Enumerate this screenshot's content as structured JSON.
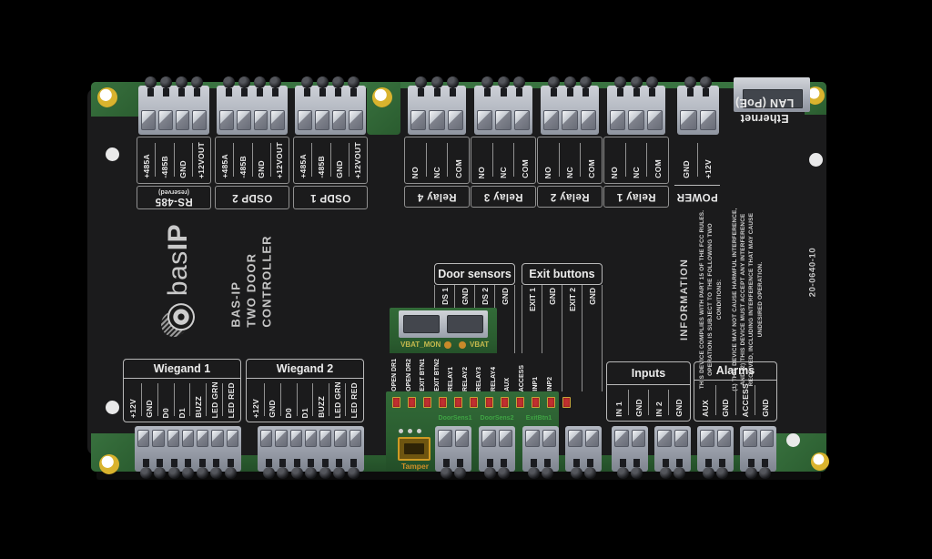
{
  "branding": {
    "logo_text": "bas",
    "logo_suffix": "IP",
    "title_lines": [
      "BAS-IP",
      "TWO DOOR",
      "CONTROLLER"
    ],
    "part_number": "20-0640-10"
  },
  "info": {
    "title": "INFORMATION",
    "para1": "THIS DEVICE COMPLIES WITH PART 15 OF THE FCC RULES. OPERATION IS SUBJECT TO THE FOLLOWING TWO CONDITIONS:",
    "para2": "(1) THIS DEVICE MAY NOT CAUSE HARMFUL INTERFERENCE, AND (2) THIS DEVICE MUST ACCEPT ANY INTERFERENCE RECEIVED, INCLUDING INTERFERENCE THAT MAY CAUSE UNDESIRED OPERATION."
  },
  "ethernet": {
    "line1": "Ethernet",
    "line2": "LAN (PoE)"
  },
  "top_sections": [
    {
      "name": "RS-485",
      "sub": "(reserved)",
      "pins": [
        "+485A",
        "-485B",
        "GND",
        "+12VOUT"
      ]
    },
    {
      "name": "OSDP 2",
      "sub": "",
      "pins": [
        "+485A",
        "-485B",
        "GND",
        "+12VOUT"
      ]
    },
    {
      "name": "OSDP 1",
      "sub": "",
      "pins": [
        "+485A",
        "-485B",
        "GND",
        "+12VOUT"
      ]
    },
    {
      "name": "Relay 4",
      "sub": "",
      "pins": [
        "NO",
        "NC",
        "COM"
      ]
    },
    {
      "name": "Relay 3",
      "sub": "",
      "pins": [
        "NO",
        "NC",
        "COM"
      ]
    },
    {
      "name": "Relay 2",
      "sub": "",
      "pins": [
        "NO",
        "NC",
        "COM"
      ]
    },
    {
      "name": "Relay 1",
      "sub": "",
      "pins": [
        "NO",
        "NC",
        "COM"
      ]
    },
    {
      "name": "POWER",
      "sub": "",
      "pins": [
        "GND",
        "+12V"
      ]
    }
  ],
  "mid_sections": [
    {
      "name": "Door sensors",
      "pins": [
        "DS 1",
        "GND",
        "DS 2",
        "GND"
      ]
    },
    {
      "name": "Exit buttons",
      "pins": [
        "EXIT 1",
        "GND",
        "EXIT 2",
        "GND"
      ]
    }
  ],
  "bottom_sections": [
    {
      "name": "Wiegand 1",
      "pins": [
        "+12V",
        "GND",
        "D0",
        "D1",
        "BUZZ",
        "LED GRN",
        "LED RED"
      ]
    },
    {
      "name": "Wiegand 2",
      "pins": [
        "+12V",
        "GND",
        "D0",
        "D1",
        "BUZZ",
        "LED GRN",
        "LED RED"
      ]
    },
    {
      "name": "Inputs",
      "pins": [
        "IN 1",
        "GND",
        "IN 2",
        "GND"
      ]
    },
    {
      "name": "Alarms",
      "pins": [
        "AUX",
        "GND",
        "ACCESS",
        "GND"
      ]
    }
  ],
  "pin_row": [
    "OPEN DR1",
    "OPEN DR2",
    "EXIT BTN1",
    "EXIT BTN2",
    "RELAY1",
    "RELAY2",
    "RELAY3",
    "RELAY4",
    "AUX",
    "ACCESS",
    "INP1",
    "INP2"
  ],
  "battery": {
    "left_label": "VBAT_MON",
    "right_label": "VBAT"
  },
  "tamper_label": "Tamper",
  "silkscreen": [
    "DoorSens1",
    "DoorSens2",
    "ExitBtn1"
  ],
  "colors": {
    "pcb_green": "#2a5c2f",
    "panel_black": "#1b1b1c",
    "led_red": "#c03030",
    "silkscreen_green": "#3fa344",
    "tamper_orange": "#cf8f28",
    "battery_text_yellow": "#c4b84d",
    "screw_gold": "#d9b32e",
    "ethernet_led_green": "#35d73a",
    "label_text": "#e9e9e9"
  }
}
